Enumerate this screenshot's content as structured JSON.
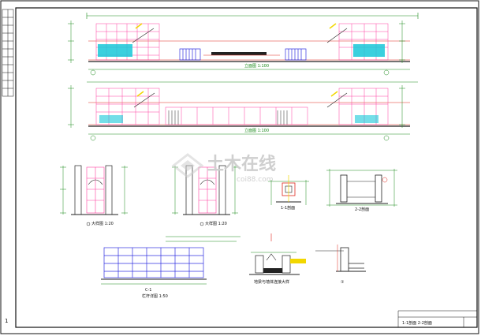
{
  "drawing": {
    "sheet_number": "1",
    "watermark": {
      "text": "土木在线",
      "url_text": "coi88.com"
    },
    "elevations": {
      "upper": {
        "scale_label": "立面图 1:100"
      },
      "lower": {
        "scale_label": "立面图 1:100"
      }
    },
    "details": {
      "section_a": {
        "caption": "大样图 1:20"
      },
      "section_b": {
        "caption": "大样图 1:20"
      },
      "section_1": {
        "caption": "1-1剖面"
      },
      "section_2": {
        "caption": "2-2剖面"
      },
      "long_section": {
        "caption": "C-1",
        "sub_caption": "栏杆详图 1:50"
      },
      "pit_detail": {
        "caption": "地梁与墙体连接大样"
      },
      "edge_detail": {
        "caption": "①"
      }
    },
    "title_block": {
      "line1": "1-1剖面  2-2剖面"
    }
  },
  "colors": {
    "frame": "#111111",
    "dimension": "#1a8a1a",
    "axis": "#e0281e",
    "grid": "#ff3fa0",
    "fence": "#3030e0",
    "glass": "#18c8d8",
    "accent": "#f2d700",
    "stroke": "#222222",
    "watermark": "#cfcfcf"
  }
}
